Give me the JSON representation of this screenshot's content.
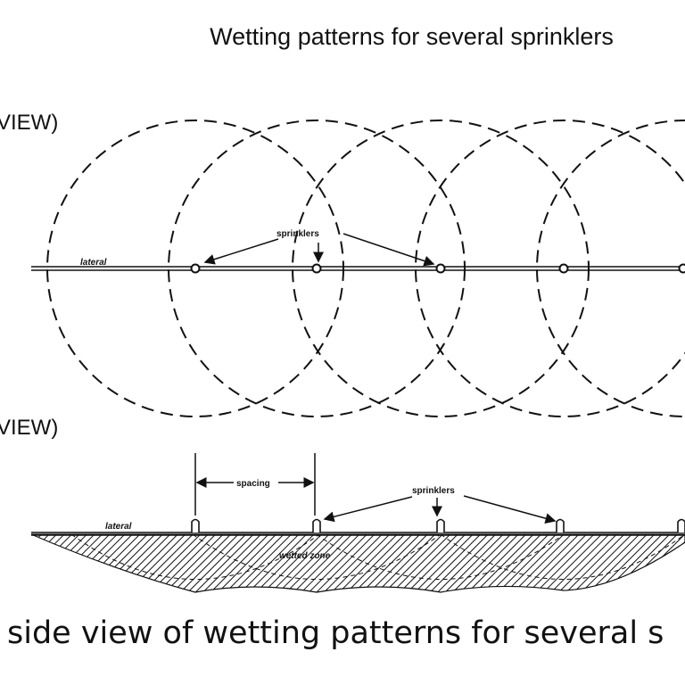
{
  "title": "Wetting patterns for several sprinklers",
  "top_view_label": "VIEW)",
  "side_view_label": "VIEW)",
  "top": {
    "sprinklers_label": "sprinklers",
    "lateral_label": "lateral"
  },
  "side": {
    "spacing_label": "spacing",
    "sprinklers_label": "sprinklers",
    "lateral_label": "lateral",
    "wetted_zone_label": "wetted zone"
  },
  "caption": "side view of wetting patterns for several s"
}
